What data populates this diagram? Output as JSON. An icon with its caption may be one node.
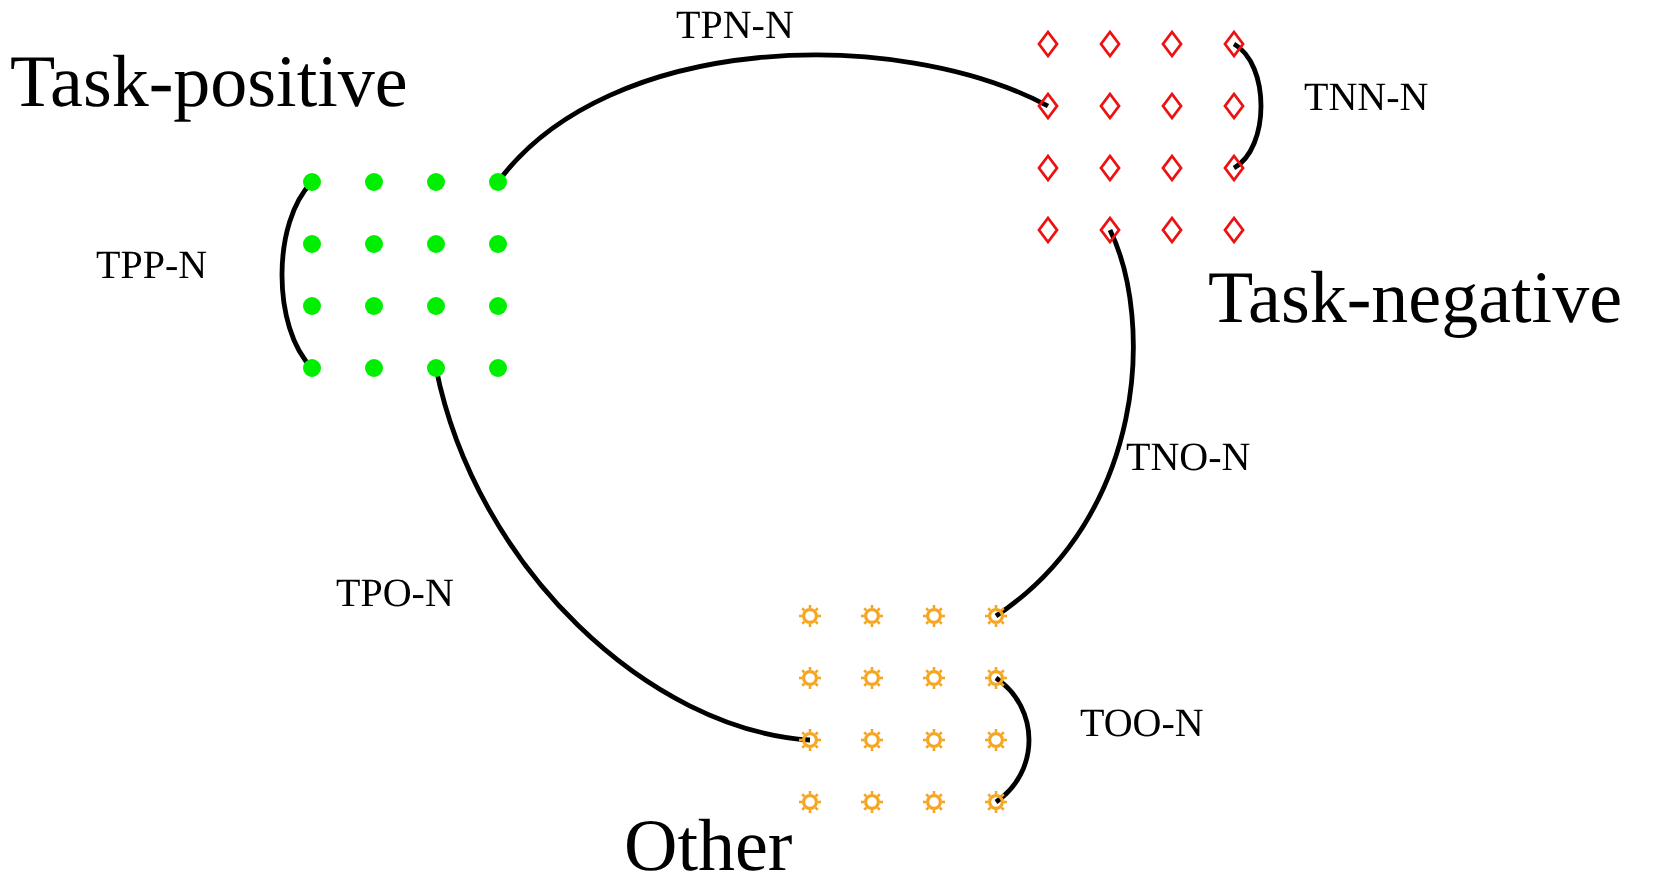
{
  "diagram": {
    "nodes": [
      {
        "text": [
          "Task-positive"
        ]
      },
      {
        "text": [
          "Task-negative"
        ]
      },
      {
        "text": [
          "Other"
        ]
      }
    ],
    "edges": [
      {
        "from": 0,
        "to": 1,
        "arrow": "none",
        "label": "TPN-N"
      },
      {
        "from": 1,
        "to": 1,
        "arrow": "none",
        "label": "TNN-N"
      },
      {
        "from": 0,
        "to": 0,
        "arrow": "none",
        "label": "TPP-N"
      },
      {
        "from": 1,
        "to": 2,
        "arrow": "none",
        "label": "TNO-N"
      },
      {
        "from": 0,
        "to": 2,
        "arrow": "none",
        "label": "TPO-N"
      },
      {
        "from": 2,
        "to": 2,
        "arrow": "none",
        "label": "TOO-N"
      }
    ]
  }
}
